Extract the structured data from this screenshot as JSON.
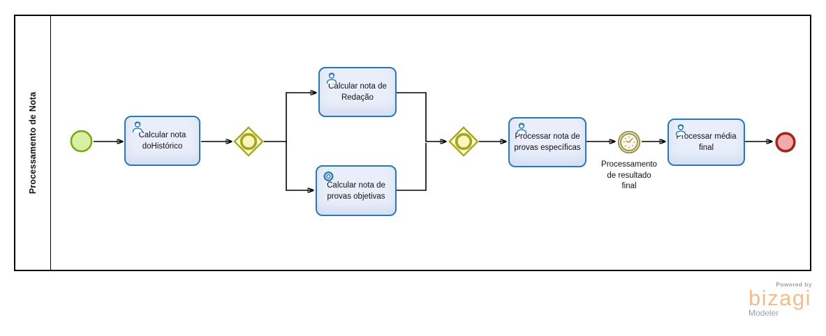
{
  "pool": {
    "label": "Processamento de Nota"
  },
  "nodes": {
    "start_event": {
      "kind": "start-event"
    },
    "task_calcular_historico": {
      "line1": "Calcular nota",
      "line2": "doHistórico",
      "icon": "user-icon"
    },
    "gateway_split": {
      "kind": "inclusive-gateway"
    },
    "task_calcular_redacao": {
      "line1": "Calcular nota de",
      "line2": "Redação",
      "icon": "user-icon"
    },
    "task_calcular_objetivas": {
      "line1": "Calcular nota de",
      "line2": "provas objetivas",
      "icon": "service-icon"
    },
    "gateway_merge": {
      "kind": "inclusive-gateway"
    },
    "task_processar_especificas": {
      "line1": "Processar nota de",
      "line2": "provas específicas",
      "icon": "user-icon"
    },
    "timer_event": {
      "line1": "Processamento",
      "line2": "de resultado",
      "line3": "final",
      "icon": "timer-icon"
    },
    "task_processar_media": {
      "line1": "Processar média",
      "line2": "final",
      "icon": "user-icon"
    },
    "end_event": {
      "kind": "end-event"
    }
  },
  "branding": {
    "powered_by": "Powered by",
    "logo_text": "bizagi",
    "product": "Modeler"
  },
  "colors": {
    "task_fill": "#E9EEFA",
    "task_border": "#2679B2",
    "gateway_fill": "#FBFAD2",
    "gateway_border": "#A6A71E",
    "start_fill": "#D8F0A2",
    "start_border": "#7CA817",
    "end_fill": "#F1ABAB",
    "end_border": "#A3241E",
    "timer_stroke": "#9A9148",
    "timer_fill": "#FCFAEC",
    "flow_color": "#000000",
    "logo_orange": "#F4BD8B",
    "logo_gray": "#9AA2AE"
  }
}
